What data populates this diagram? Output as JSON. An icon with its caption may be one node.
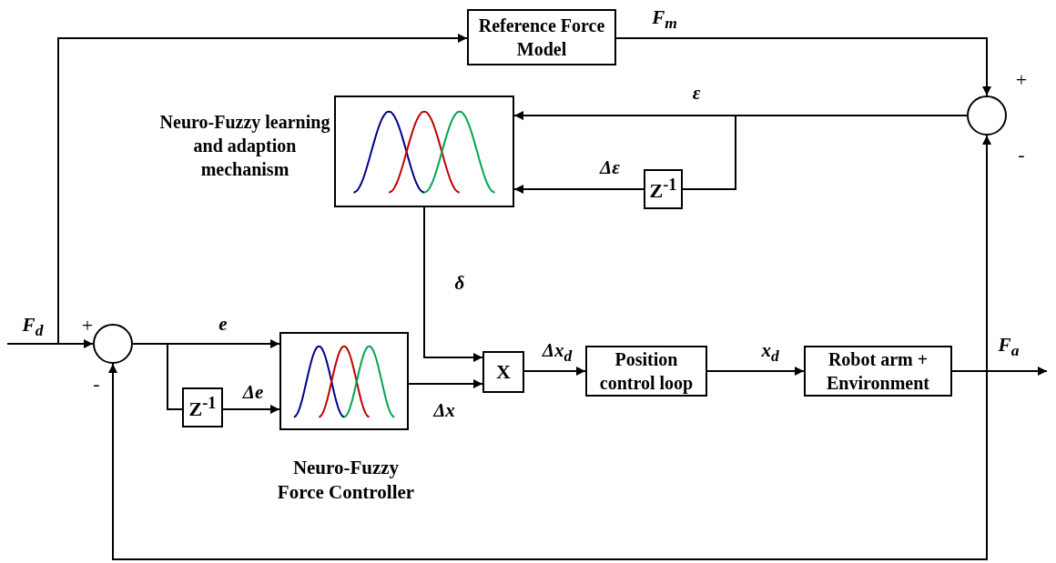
{
  "diagram": {
    "nodes": [
      {
        "text": [
          "Reference Force Model"
        ]
      },
      {
        "text": [],
        "shape": "circle"
      },
      {
        "text": [
          "Neuro-Fuzzy learning and adaption mechanism"
        ]
      },
      {
        "text": [
          "Z$^{-1}$"
        ]
      },
      {
        "text": [],
        "shape": "circle"
      },
      {
        "text": [
          "Z$^{-1}$"
        ]
      },
      {
        "text": [
          "Neuro-Fuzzy Force Controller"
        ]
      },
      {
        "text": [
          "X"
        ]
      },
      {
        "text": [
          "Position control loop"
        ]
      },
      {
        "text": [
          "Robot arm + Environment"
        ]
      }
    ],
    "edges": [
      {
        "from": null,
        "to": 4,
        "arrow": "to",
        "label": "F$_{d}$"
      },
      {
        "from": null,
        "to": 0,
        "arrow": "to"
      },
      {
        "from": 0,
        "to": 1,
        "arrow": "to",
        "label": "F$_{m}$"
      },
      {
        "from": 1,
        "to": 2,
        "arrow": "to",
        "label": "ε"
      },
      {
        "from": 1,
        "to": 3,
        "arrow": "none"
      },
      {
        "from": 3,
        "to": 2,
        "arrow": "to",
        "label": "Δε"
      },
      {
        "from": 2,
        "to": 7,
        "arrow": "to",
        "label": "δ"
      },
      {
        "from": 4,
        "to": 6,
        "arrow": "to",
        "label": "e"
      },
      {
        "from": 4,
        "to": 5,
        "arrow": "none"
      },
      {
        "from": 5,
        "to": 6,
        "arrow": "to",
        "label": "Δe"
      },
      {
        "from": 6,
        "to": 7,
        "arrow": "to",
        "label": "Δx"
      },
      {
        "from": 7,
        "to": 8,
        "arrow": "to",
        "label": "Δx$_{d}$"
      },
      {
        "from": 8,
        "to": 9,
        "arrow": "to",
        "label": "x$_{d}$"
      },
      {
        "from": 9,
        "to": null,
        "arrow": "to",
        "label": "F$_{a}$"
      },
      {
        "from": 9,
        "to": 1,
        "arrow": "to"
      },
      {
        "from": 9,
        "to": 4,
        "arrow": "to"
      }
    ],
    "labels": [
      "+",
      "-",
      "+",
      "-"
    ]
  }
}
